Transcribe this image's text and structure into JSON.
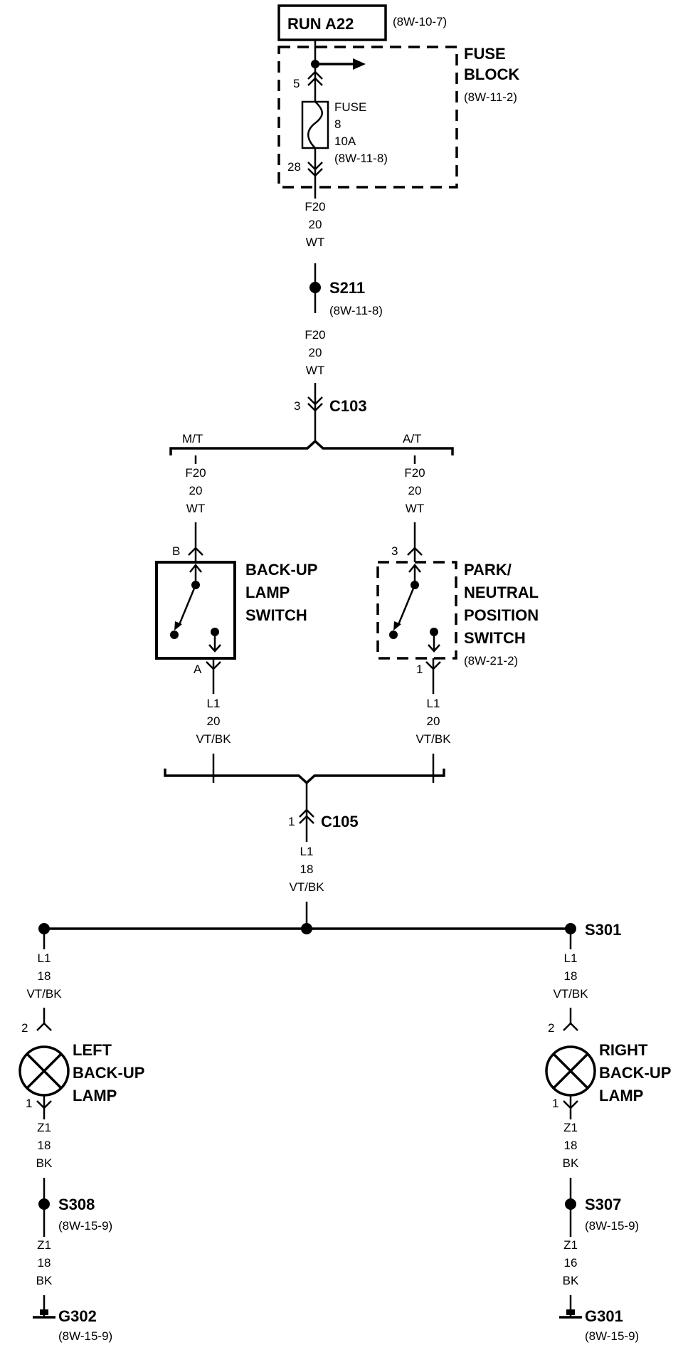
{
  "header": {
    "run_label": "RUN A22",
    "run_ref": "(8W-10-7)"
  },
  "fuse_block": {
    "title_line1": "FUSE",
    "title_line2": "BLOCK",
    "ref": "(8W-11-2)",
    "pin_in": "5",
    "pin_out": "28",
    "fuse_label": "FUSE",
    "fuse_number": "8",
    "fuse_rating": "10A",
    "fuse_ref": "(8W-11-8)"
  },
  "wire_f20_a": {
    "circuit": "F20",
    "gauge": "20",
    "color": "WT"
  },
  "splice_s211": {
    "label": "S211",
    "ref": "(8W-11-8)"
  },
  "wire_f20_b": {
    "circuit": "F20",
    "gauge": "20",
    "color": "WT"
  },
  "connector_c103": {
    "label": "C103",
    "pin": "3"
  },
  "branch_top": {
    "left_label": "M/T",
    "right_label": "A/T"
  },
  "wire_f20_mt": {
    "circuit": "F20",
    "gauge": "20",
    "color": "WT"
  },
  "wire_f20_at": {
    "circuit": "F20",
    "gauge": "20",
    "color": "WT"
  },
  "backup_switch": {
    "line1": "BACK-UP",
    "line2": "LAMP",
    "line3": "SWITCH",
    "pin_in": "B",
    "pin_out": "A"
  },
  "park_switch": {
    "line1": "PARK/",
    "line2": "NEUTRAL",
    "line3": "POSITION",
    "line4": "SWITCH",
    "ref": "(8W-21-2)",
    "pin_in": "3",
    "pin_out": "1"
  },
  "wire_l1_mt": {
    "circuit": "L1",
    "gauge": "20",
    "color": "VT/BK"
  },
  "wire_l1_at": {
    "circuit": "L1",
    "gauge": "20",
    "color": "VT/BK"
  },
  "connector_c105": {
    "label": "C105",
    "pin": "1"
  },
  "wire_l1_main": {
    "circuit": "L1",
    "gauge": "18",
    "color": "VT/BK"
  },
  "splice_s301": {
    "label": "S301"
  },
  "wire_l1_left": {
    "circuit": "L1",
    "gauge": "18",
    "color": "VT/BK"
  },
  "wire_l1_right": {
    "circuit": "L1",
    "gauge": "18",
    "color": "VT/BK"
  },
  "left_lamp": {
    "line1": "LEFT",
    "line2": "BACK-UP",
    "line3": "LAMP",
    "pin_in": "2",
    "pin_out": "1"
  },
  "right_lamp": {
    "line1": "RIGHT",
    "line2": "BACK-UP",
    "line3": "LAMP",
    "pin_in": "2",
    "pin_out": "1"
  },
  "wire_z1_left_a": {
    "circuit": "Z1",
    "gauge": "18",
    "color": "BK"
  },
  "wire_z1_right_a": {
    "circuit": "Z1",
    "gauge": "18",
    "color": "BK"
  },
  "splice_s308": {
    "label": "S308",
    "ref": "(8W-15-9)"
  },
  "splice_s307": {
    "label": "S307",
    "ref": "(8W-15-9)"
  },
  "wire_z1_left_b": {
    "circuit": "Z1",
    "gauge": "18",
    "color": "BK"
  },
  "wire_z1_right_b": {
    "circuit": "Z1",
    "gauge": "16",
    "color": "BK"
  },
  "ground_g302": {
    "label": "G302",
    "ref": "(8W-15-9)"
  },
  "ground_g301": {
    "label": "G301",
    "ref": "(8W-15-9)"
  }
}
